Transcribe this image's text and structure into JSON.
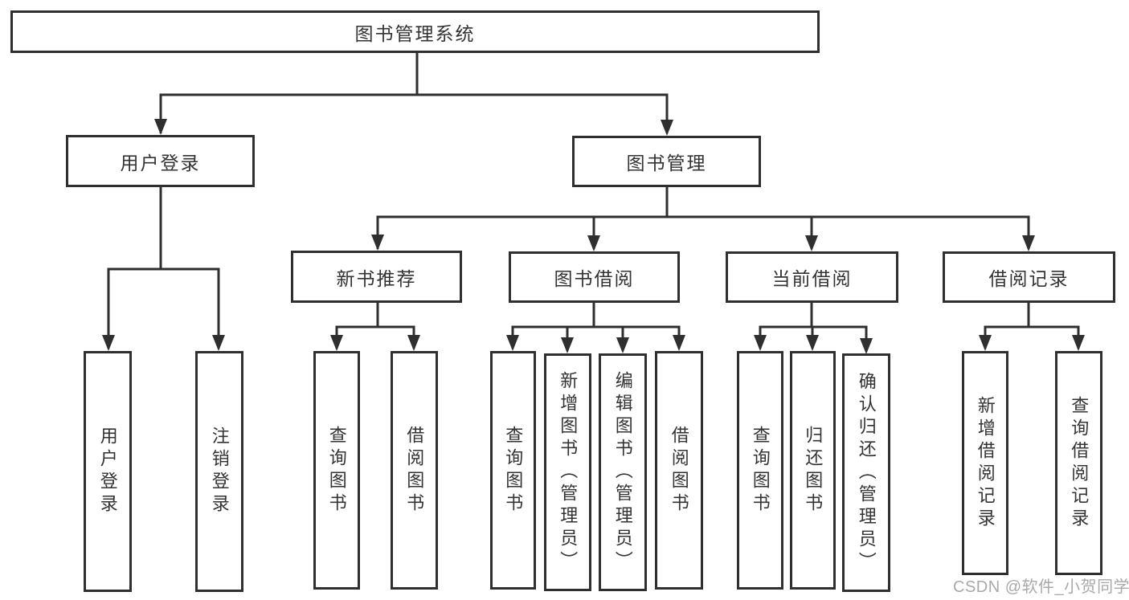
{
  "diagram": {
    "root": {
      "label": "图书管理系统"
    },
    "branches": [
      {
        "label": "用户登录",
        "children": [
          {
            "label": "用户登录"
          },
          {
            "label": "注销登录"
          }
        ]
      },
      {
        "label": "图书管理",
        "children": [
          {
            "label": "新书推荐",
            "children": [
              {
                "label": "查询图书"
              },
              {
                "label": "借阅图书"
              }
            ]
          },
          {
            "label": "图书借阅",
            "children": [
              {
                "label": "查询图书"
              },
              {
                "label": "新增图书（管理员）"
              },
              {
                "label": "编辑图书（管理员）"
              },
              {
                "label": "借阅图书"
              }
            ]
          },
          {
            "label": "当前借阅",
            "children": [
              {
                "label": "查询图书"
              },
              {
                "label": "归还图书"
              },
              {
                "label": "确认归还（管理员）"
              }
            ]
          },
          {
            "label": "借阅记录",
            "children": [
              {
                "label": "新增借阅记录"
              },
              {
                "label": "查询借阅记录"
              }
            ]
          }
        ]
      }
    ]
  },
  "watermark": {
    "text": "CSDN @软件_小贺同学"
  },
  "colors": {
    "line": "#2f2f2f",
    "border": "#2f2f2f",
    "text": "#333333",
    "box_fill": "#ffffff",
    "background": "#ffffff",
    "watermark": "#a9a9a9"
  }
}
